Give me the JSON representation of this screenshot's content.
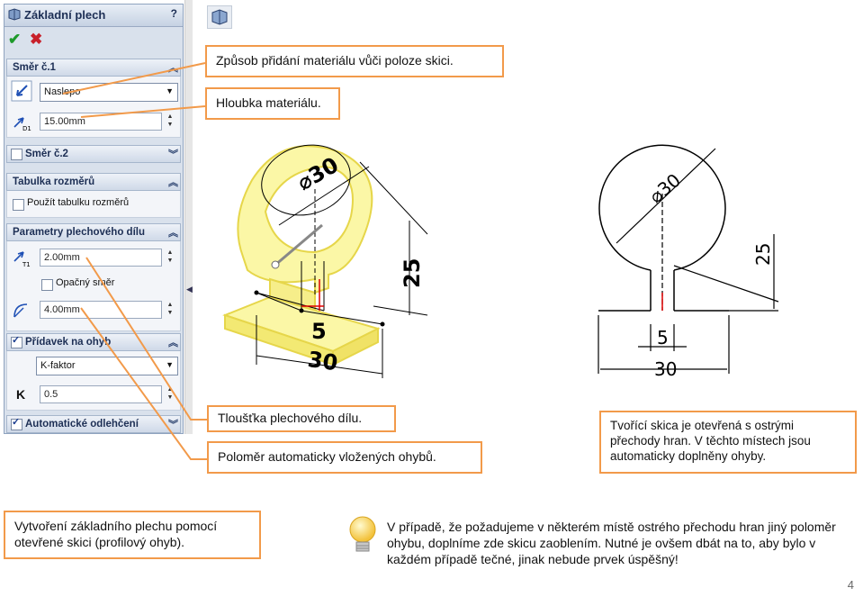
{
  "property_manager": {
    "title": "Základní plech",
    "help": "?",
    "ok": "✔",
    "cancel": "✖",
    "direction1": {
      "header": "Směr č.1",
      "end_condition": "Naslepo",
      "depth": "15.00mm",
      "depth_icon_label": "D1"
    },
    "direction2": {
      "header": "Směr č.2",
      "checked": false
    },
    "gauge_table": {
      "header": "Tabulka rozměrů",
      "use_table_label": "Použít tabulku rozměrů"
    },
    "sheet_params": {
      "header": "Parametry plechového dílu",
      "thickness": "2.00mm",
      "thickness_icon_label": "T1",
      "reverse_label": "Opačný směr",
      "radius": "4.00mm"
    },
    "bend_allowance": {
      "header": "Přídavek na ohyb",
      "checked": true,
      "type": "K-faktor",
      "k_symbol": "K",
      "k_value": "0.5"
    },
    "auto_relief": {
      "header": "Automatické odlehčení",
      "checked": true
    }
  },
  "callouts": {
    "direction": "Způsob přidání materiálu vůči poloze skici.",
    "depth": "Hloubka materiálu.",
    "thickness": "Tloušťka plechového dílu.",
    "radius": "Poloměr automaticky vložených ohybů.",
    "sketch_note": "Tvořící skica je otevřená s ostrými přechody hran. V těchto místech jsou automaticky doplněny ohyby.",
    "main_note": "Vytvoření základního plechu pomocí otevřené skici (profilový ohyb)."
  },
  "tip": "V případě, že požadujeme v některém místě ostrého přechodu hran jiný poloměr ohybu, doplníme zde skicu zaoblením. Nutné je ovšem dbát na to, aby bylo v každém případě tečné, jinak nebude prvek úspěšný!",
  "model_dims": {
    "diameter": "30",
    "height": "25",
    "neck": "5",
    "base": "30"
  },
  "sketch_dims": {
    "diameter": "30",
    "height": "25",
    "neck": "5",
    "base": "30"
  },
  "page_number": "4",
  "colors": {
    "callout_border": "#f29a4a",
    "panel_bg": "#d9e1ec",
    "model_fill": "#fbf7a6",
    "model_edge": "#e6d64a"
  }
}
